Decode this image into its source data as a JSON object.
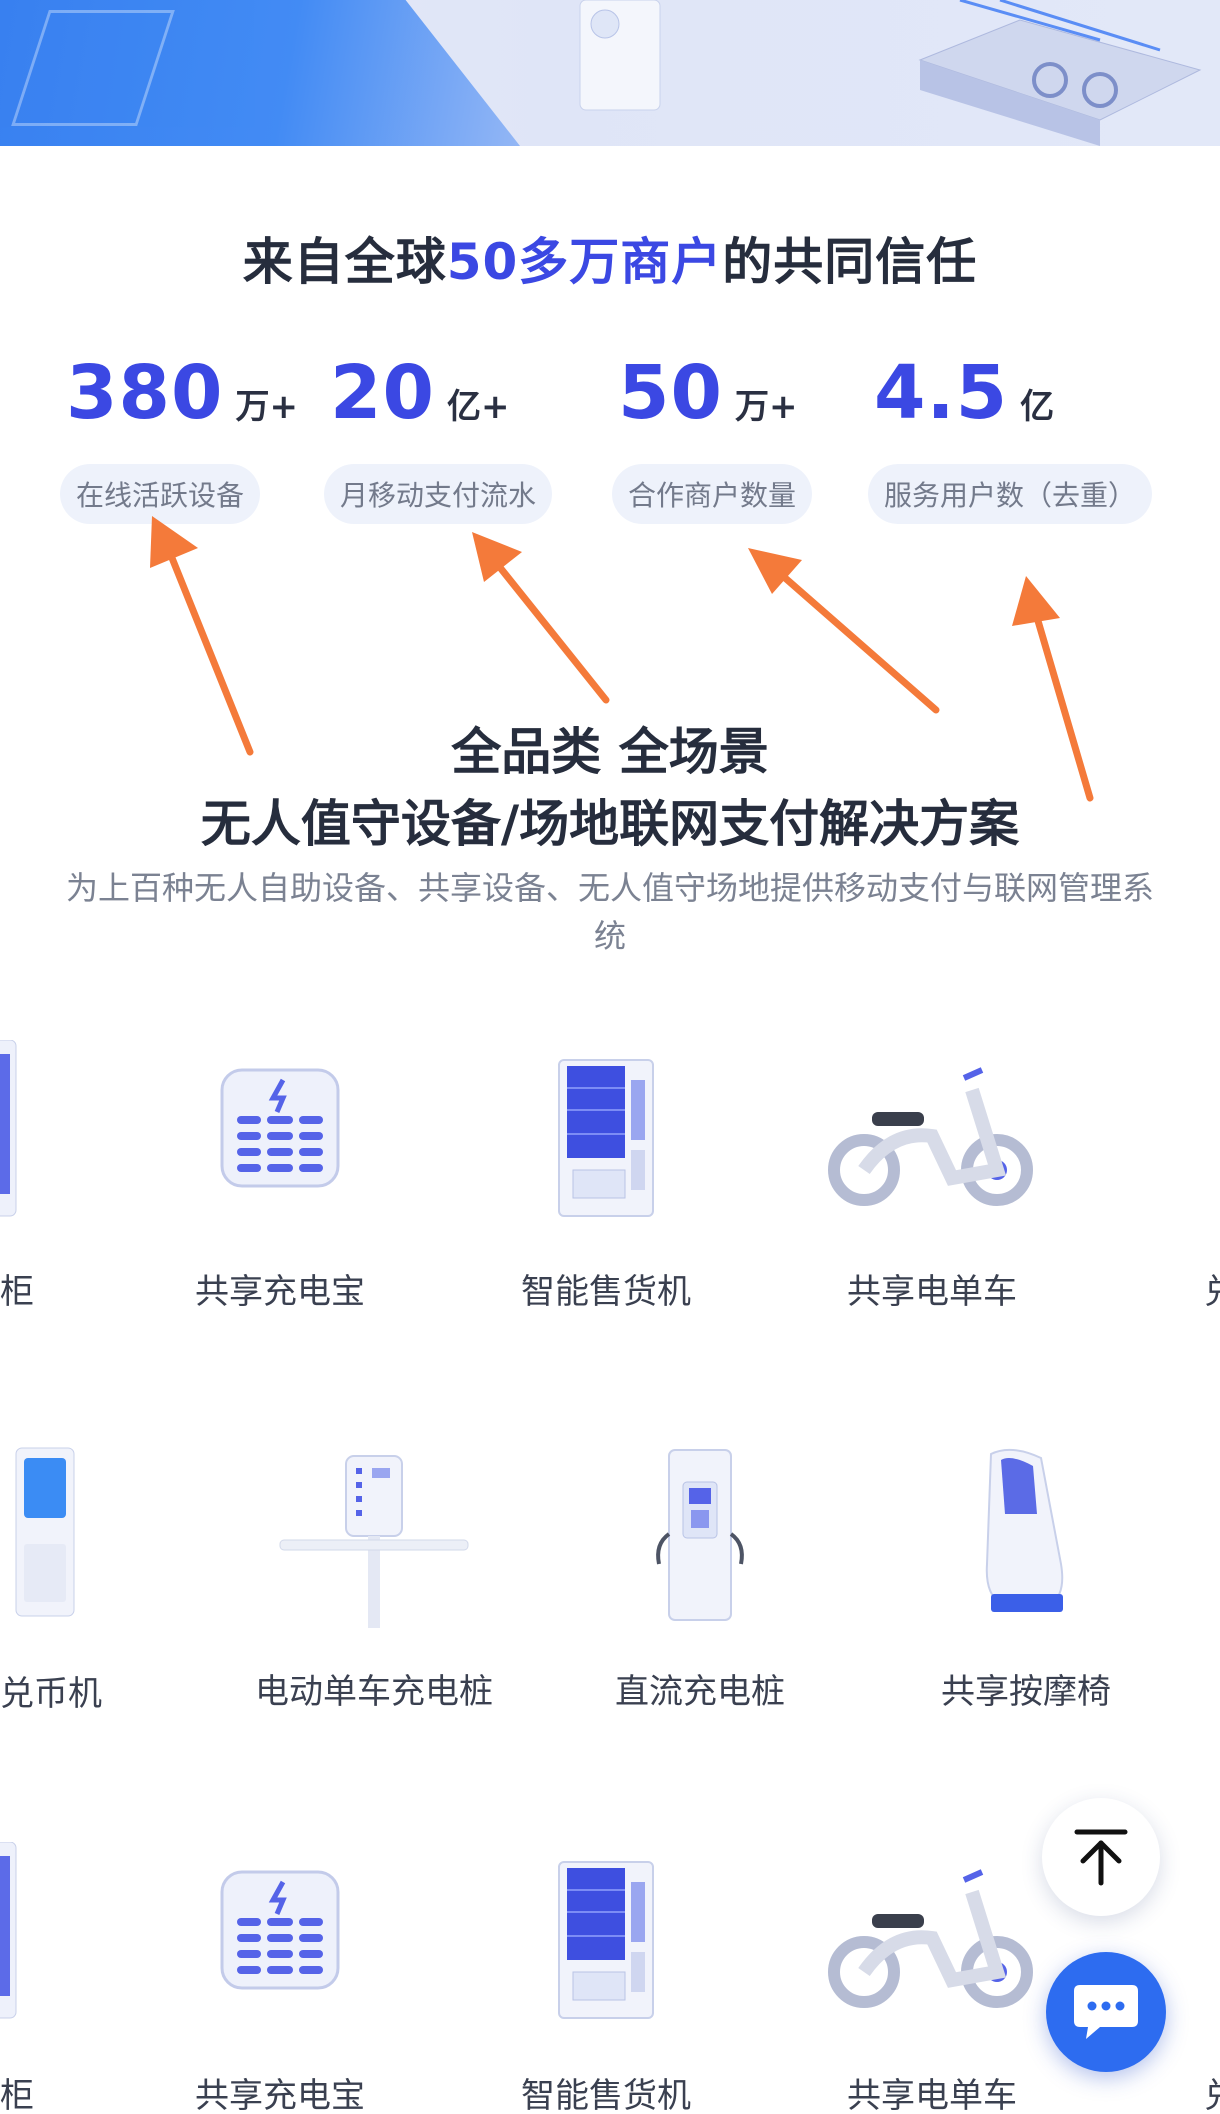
{
  "trust": {
    "title_pre": "来自全球",
    "title_highlight": "50多万商户",
    "title_post": "的共同信任"
  },
  "stats": [
    {
      "value": "380",
      "unit": "万+",
      "label": "在线活跃设备"
    },
    {
      "value": "20",
      "unit": "亿+",
      "label": "月移动支付流水"
    },
    {
      "value": "50",
      "unit": "万+",
      "label": "合作商户数量"
    },
    {
      "value": "4.5",
      "unit": "亿",
      "label": "服务用户数（去重）"
    }
  ],
  "solutions": {
    "title_line1": "全品类 全场景",
    "title_line2": "无人值守设备/场地联网支付解决方案",
    "description": "为上百种无人自助设备、共享设备、无人值守场地提供移动支付与联网管理系统"
  },
  "devices": {
    "row1": [
      "共享充电宝",
      "智能售货机",
      "共享电单车"
    ],
    "row1_left_partial": "柜",
    "row1_right_partial": "兑",
    "row2": [
      "电动单车充电桩",
      "直流充电桩",
      "共享按摩椅"
    ],
    "row2_left_partial": "兑币机",
    "row3": [
      "共享充电宝",
      "智能售货机",
      "共享电单车"
    ],
    "row3_left_partial": "柜",
    "row3_right_partial": "兑"
  },
  "colors": {
    "accent": "#3b48e3",
    "arrow": "#f47a3a",
    "chat_button": "#2d6cf0"
  },
  "icons": {
    "back_to_top": "arrow-up-bar-icon",
    "chat": "chat-bubble-icon"
  }
}
